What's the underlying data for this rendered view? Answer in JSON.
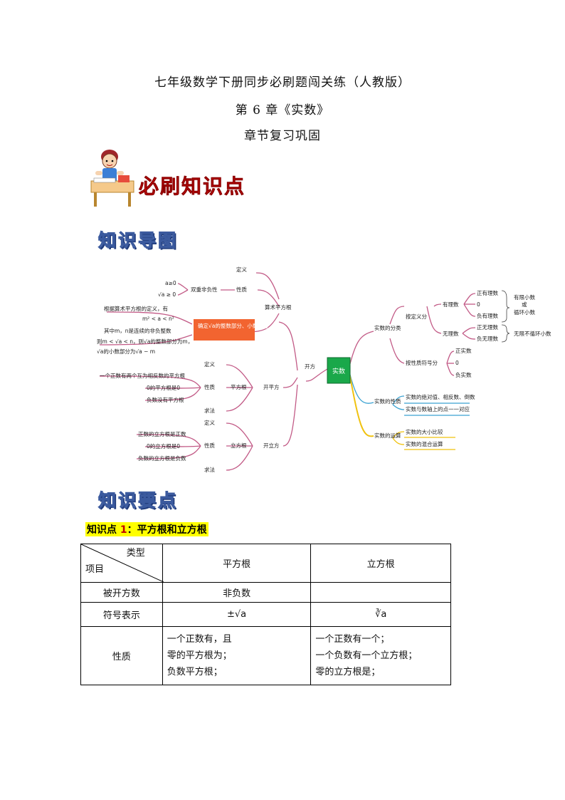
{
  "header": {
    "title": "七年级数学下册同步必刷题闯关练（人教版）",
    "chapter": "第 6 章《实数》",
    "subtitle": "章节复习巩固"
  },
  "banner": {
    "label": "必刷知识点"
  },
  "sections": {
    "mindmap_title": "知识导图",
    "points_title": "知识要点"
  },
  "mindmap": {
    "center": "实数",
    "kaifang": "开方",
    "suanshu_pingfanggen": "算术平方根",
    "def": "定义",
    "prop": "性质",
    "shuangchong": "双重非负性",
    "a_ge0": "a≥0",
    "sqrt_ge0": "√a ≥ 0",
    "genju": "根据算术平方根的定义，有",
    "ineq": "m² < a < n²",
    "qizhong": "其中m，n是连续的非负整数",
    "ze": "则m < √a < n，则√a的整数部分为m，",
    "xiaoshu": "√a的小数部分为√a − m",
    "queding": "确定√a的整数部分、小数部分",
    "kaipingfang": "开平方",
    "pingfanggen": "平方根",
    "qiufa": "求法",
    "sq_p1": "一个正数有两个互为相反数的平方根",
    "sq_p2": "0的平方根是0",
    "sq_p3": "负数没有平方根",
    "kailifang": "开立方",
    "lifanggen": "立方根",
    "cb_p1": "正数的立方根是正数",
    "cb_p2": "0的立方根是0",
    "cb_p3": "负数的立方根是负数",
    "shishu_fenlei": "实数的分类",
    "anding": "按定义分",
    "youli": "有理数",
    "wuli": "无理数",
    "zhengyouli": "正有理数",
    "zero": "0",
    "fuyouli": "负有理数",
    "zhengwuli": "正无理数",
    "fuwuli": "负无理数",
    "youxian": "有限小数",
    "huo": "或",
    "xunhuan": "循环小数",
    "wuxian": "无限不循环小数",
    "anfuhao": "按性质符号分",
    "zhengshishu": "正实数",
    "fushishu": "负实数",
    "shishu_xingzhi": "实数的性质",
    "xz1": "实数的绝对值、相反数、倒数",
    "xz2": "实数与数轴上的点一一对应",
    "shishu_yunsuan": "实数的运算",
    "ys1": "实数的大小比较",
    "ys2": "实数的混合运算"
  },
  "knowledge_point": {
    "prefix": "知识点 ",
    "number": "1",
    "title": "：平方根和立方根"
  },
  "table": {
    "corner_top": "类型",
    "corner_bottom": "项目",
    "columns": [
      "平方根",
      "立方根"
    ],
    "rows": [
      {
        "label": "被开方数",
        "sq": "非负数",
        "cb": ""
      },
      {
        "label": "符号表示",
        "sq": "±√a",
        "cb": "∛a"
      }
    ],
    "property_label": "性质",
    "property_sq": [
      "一个正数有，且",
      "零的平方根为；",
      "负数平方根；"
    ],
    "property_cb": [
      "一个正数有一个；",
      "一个负数有一个立方根；",
      "零的立方根是；"
    ]
  }
}
